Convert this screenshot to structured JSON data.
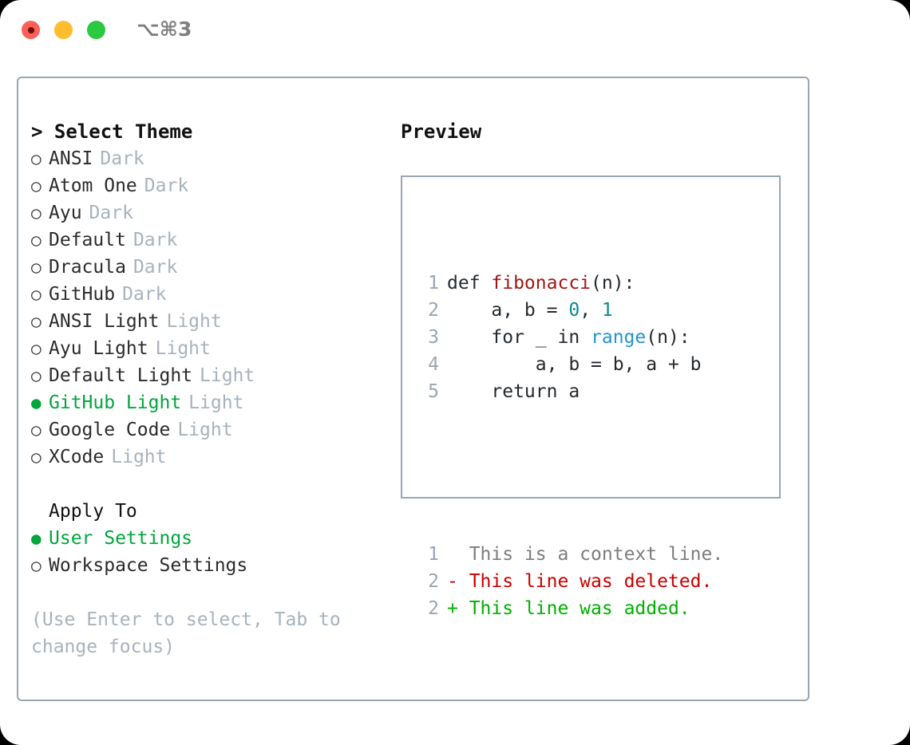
{
  "titlebar": {
    "shortcut": "⌥⌘3",
    "lights": [
      {
        "name": "close",
        "color": "#fc6058"
      },
      {
        "name": "minimize",
        "color": "#fdbd2f"
      },
      {
        "name": "zoom",
        "color": "#2bc940"
      }
    ]
  },
  "accent": {
    "selected_green": "#00a63c",
    "muted": "#a8b2bd",
    "border": "#9aa5b1"
  },
  "left": {
    "heading": "> Select Theme",
    "themes": [
      {
        "bullet": "○",
        "name": "ANSI",
        "kind": "Dark",
        "selected": false
      },
      {
        "bullet": "○",
        "name": "Atom One",
        "kind": "Dark",
        "selected": false
      },
      {
        "bullet": "○",
        "name": "Ayu",
        "kind": "Dark",
        "selected": false
      },
      {
        "bullet": "○",
        "name": "Default",
        "kind": "Dark",
        "selected": false
      },
      {
        "bullet": "○",
        "name": "Dracula",
        "kind": "Dark",
        "selected": false
      },
      {
        "bullet": "○",
        "name": "GitHub",
        "kind": "Dark",
        "selected": false
      },
      {
        "bullet": "○",
        "name": "ANSI Light",
        "kind": "Light",
        "selected": false
      },
      {
        "bullet": "○",
        "name": "Ayu Light",
        "kind": "Light",
        "selected": false
      },
      {
        "bullet": "○",
        "name": "Default Light",
        "kind": "Light",
        "selected": false
      },
      {
        "bullet": "●",
        "name": "GitHub Light",
        "kind": "Light",
        "selected": true
      },
      {
        "bullet": "○",
        "name": "Google Code",
        "kind": "Light",
        "selected": false
      },
      {
        "bullet": "○",
        "name": "XCode",
        "kind": "Light",
        "selected": false
      }
    ],
    "apply_to": {
      "title": "Apply To",
      "options": [
        {
          "bullet": "●",
          "label": "User Settings",
          "selected": true
        },
        {
          "bullet": "○",
          "label": "Workspace Settings",
          "selected": false
        }
      ]
    },
    "hint": "(Use Enter to select, Tab to change focus)"
  },
  "right": {
    "heading": "Preview",
    "code_lines": [
      {
        "num": "1",
        "tokens": [
          {
            "text": "def ",
            "cls": "tok-plain"
          },
          {
            "text": "fibonacci",
            "cls": "tok-func"
          },
          {
            "text": "(n):",
            "cls": "tok-plain"
          }
        ]
      },
      {
        "num": "2",
        "tokens": [
          {
            "text": "    a, b = ",
            "cls": "tok-plain"
          },
          {
            "text": "0",
            "cls": "tok-num"
          },
          {
            "text": ", ",
            "cls": "tok-plain"
          },
          {
            "text": "1",
            "cls": "tok-num"
          }
        ]
      },
      {
        "num": "3",
        "tokens": [
          {
            "text": "    for _ in ",
            "cls": "tok-plain"
          },
          {
            "text": "range",
            "cls": "tok-kwfn"
          },
          {
            "text": "(n):",
            "cls": "tok-plain"
          }
        ]
      },
      {
        "num": "4",
        "tokens": [
          {
            "text": "        a, b = b, a + b",
            "cls": "tok-plain"
          }
        ]
      },
      {
        "num": "5",
        "tokens": [
          {
            "text": "    return a",
            "cls": "tok-plain"
          }
        ]
      }
    ],
    "diff_lines": [
      {
        "num": "1",
        "marker": "  ",
        "text": "This is a context line.",
        "cls": "d-ctx"
      },
      {
        "num": "2",
        "marker": "- ",
        "text": "This line was deleted.",
        "cls": "d-del"
      },
      {
        "num": "2",
        "marker": "+ ",
        "text": "This line was added.",
        "cls": "d-add"
      }
    ]
  }
}
